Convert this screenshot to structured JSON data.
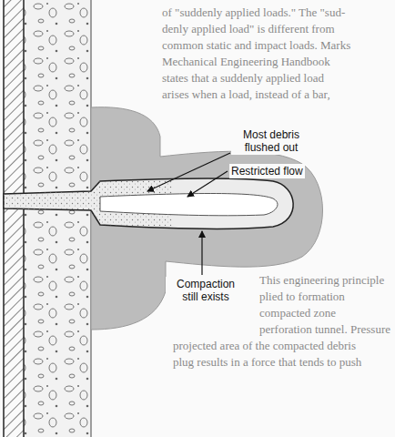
{
  "diagram": {
    "labels": [
      "Most debris flushed out",
      "Restricted flow",
      "Compaction still exists",
      "of \"suddenly applied loads.\" The \"sud-",
      "denly applied load\" is different from",
      "common static and impact loads. Marks",
      "Mechanical Engineering Handbook",
      "states that a suddenly applied load",
      "arises when a load, instead of a bar,",
      "This engineering principle",
      "plied to formation",
      "compacted zone",
      "perforation tunnel. Pressure",
      "projected area of the compacted debris",
      "plug results in a force that tends to push"
    ]
  }
}
